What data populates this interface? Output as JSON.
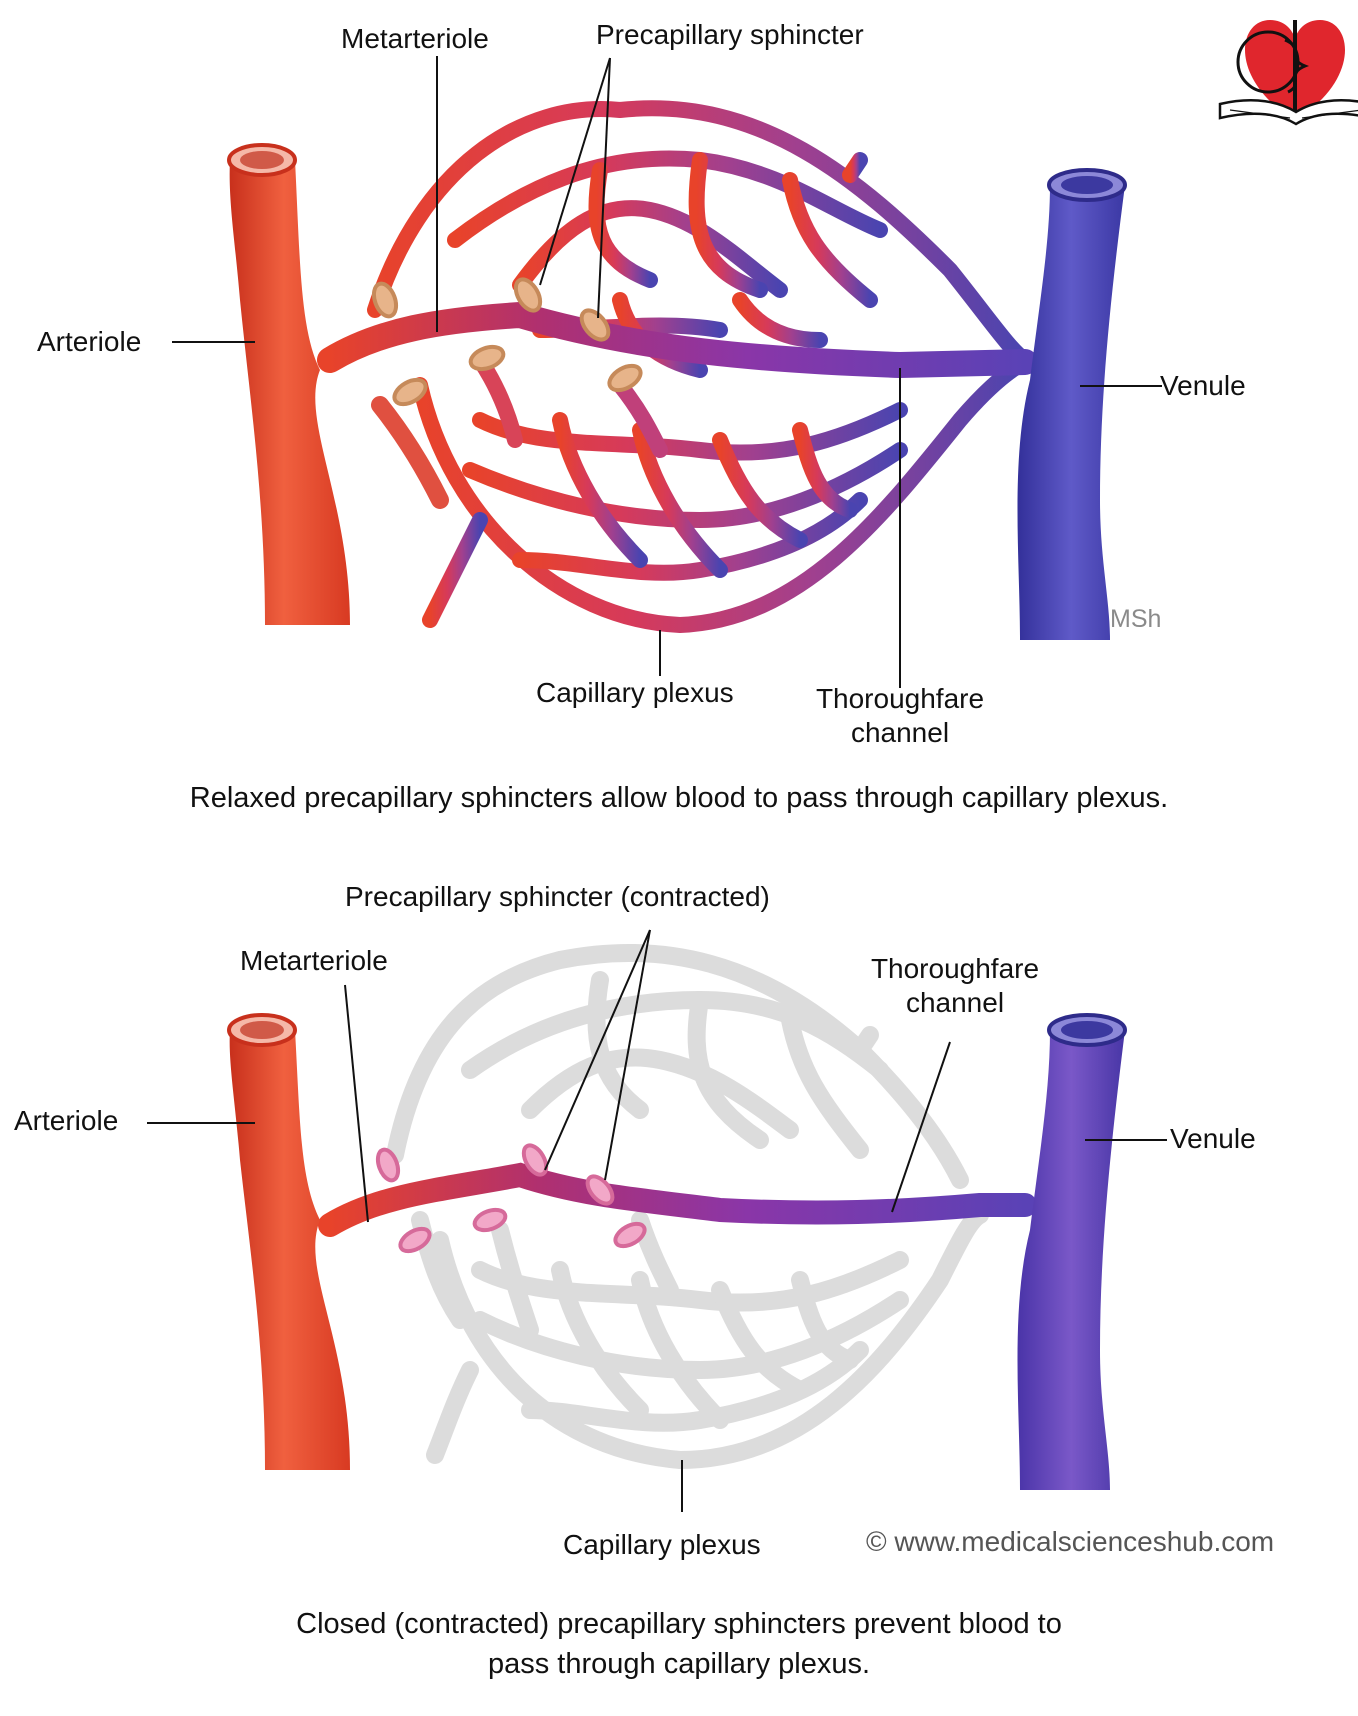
{
  "panel_top": {
    "labels": {
      "metarteriole": "Metarteriole",
      "precapillary_sphincter": "Precapillary sphincter",
      "arteriole": "Arteriole",
      "venule": "Venule",
      "capillary_plexus": "Capillary plexus",
      "thoroughfare_line1": "Thoroughfare",
      "thoroughfare_line2": "channel",
      "signature": "MSh"
    },
    "caption": "Relaxed precapillary sphincters allow blood to pass through capillary plexus."
  },
  "panel_bottom": {
    "labels": {
      "metarteriole": "Metarteriole",
      "precapillary_sphincter": "Precapillary sphincter (contracted)",
      "arteriole": "Arteriole",
      "venule": "Venule",
      "capillary_plexus": "Capillary plexus",
      "thoroughfare_line1": "Thoroughfare",
      "thoroughfare_line2": "channel"
    },
    "caption_line1": "Closed (contracted) precapillary sphincters prevent blood to",
    "caption_line2": "pass through capillary plexus."
  },
  "copyright": "© www.medicalscienceshub.com",
  "colors": {
    "arteriole": "#e8432a",
    "venule": "#4a44b0",
    "plexus_mid": "#b03a78",
    "plexus_closed": "#dcdcdc",
    "sphincter_relaxed": "#e7b48a",
    "sphincter_contracted": "#f2a8c8",
    "logo_heart": "#e0262d"
  },
  "icons": {
    "logo": "heart-caduceus-book-logo"
  }
}
